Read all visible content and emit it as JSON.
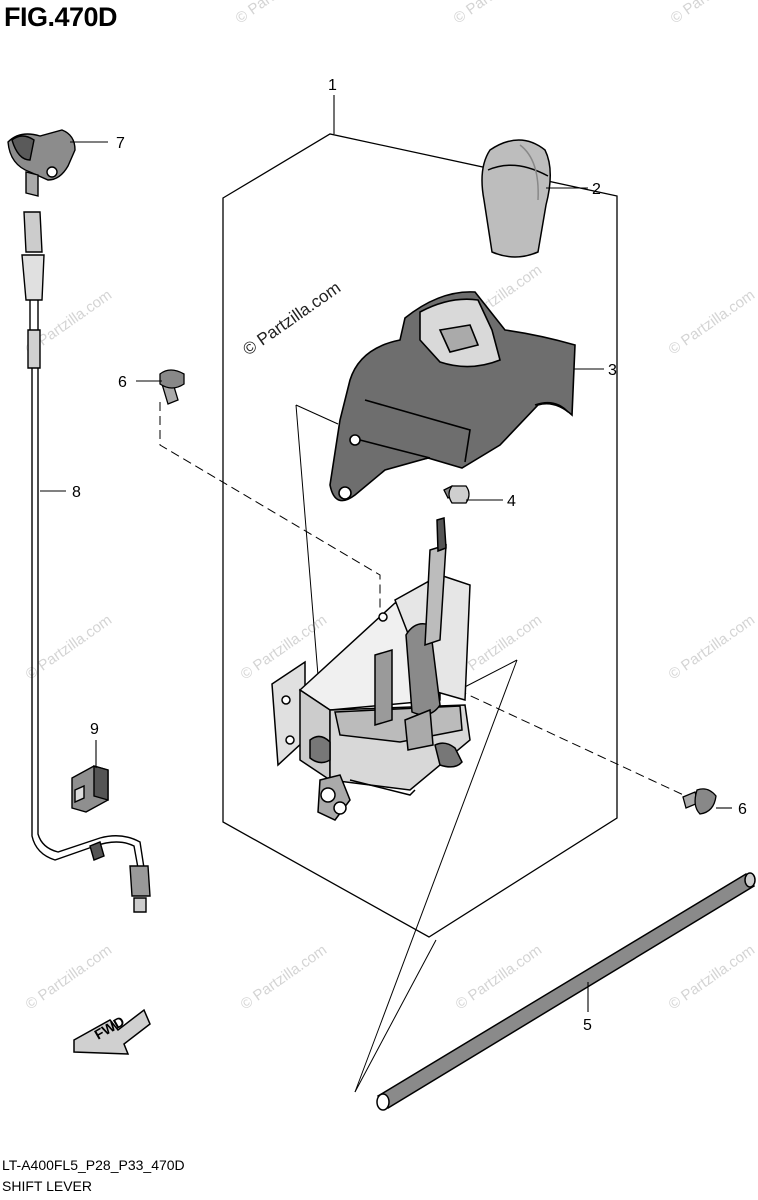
{
  "figure": {
    "title": "FIG.470D",
    "code": "LT-A400FL5_P28_P33_470D",
    "name": "SHIFT LEVER"
  },
  "watermark": {
    "text": "© Partzilla.com"
  },
  "fwd_arrow": {
    "label": "FWD"
  },
  "callouts": [
    {
      "id": "1",
      "label": "1"
    },
    {
      "id": "2",
      "label": "2"
    },
    {
      "id": "3",
      "label": "3"
    },
    {
      "id": "4",
      "label": "4"
    },
    {
      "id": "5",
      "label": "5"
    },
    {
      "id": "6a",
      "label": "6"
    },
    {
      "id": "6b",
      "label": "6"
    },
    {
      "id": "7",
      "label": "7"
    },
    {
      "id": "8",
      "label": "8"
    },
    {
      "id": "9",
      "label": "9"
    }
  ]
}
